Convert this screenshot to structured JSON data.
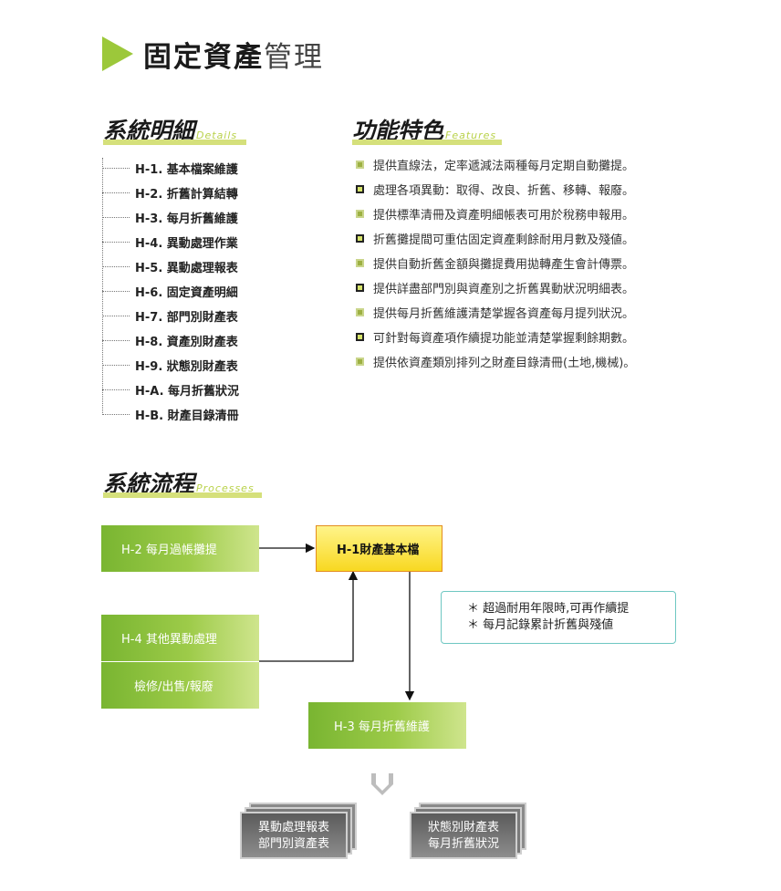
{
  "title": {
    "main": "固定資產",
    "suffix": "管理"
  },
  "details": {
    "heading": "系統明細",
    "heading_en": "Details",
    "items": [
      "H-1. 基本檔案維護",
      "H-2. 折舊計算結轉",
      "H-3. 每月折舊維護",
      "H-4. 異動處理作業",
      "H-5. 異動處理報表",
      "H-6. 固定資產明細",
      "H-7. 部門別財產表",
      "H-8. 資產別財產表",
      "H-9. 狀態別財產表",
      "H-A. 每月折舊狀況",
      "H-B. 財產目錄清冊"
    ]
  },
  "features": {
    "heading": "功能特色",
    "heading_en": "Features",
    "items": [
      {
        "text": "提供直線法，定率遞減法兩種每月定期自動攤提。",
        "bullet": "light"
      },
      {
        "text": "處理各項異動：取得、改良、折舊、移轉、報廢。",
        "bullet": "dark"
      },
      {
        "text": "提供標準清冊及資產明細帳表可用於稅務申報用。",
        "bullet": "light"
      },
      {
        "text": "折舊攤提間可重估固定資產剩餘耐用月數及殘値。",
        "bullet": "dark"
      },
      {
        "text": "提供自動折舊金額與攤提費用拋轉產生會計傳票。",
        "bullet": "light"
      },
      {
        "text": "提供詳盡部門別與資產別之折舊異動狀況明細表。",
        "bullet": "dark"
      },
      {
        "text": "提供每月折舊維護清楚掌握各資產每月提列狀況。",
        "bullet": "light"
      },
      {
        "text": "可針對每資產項作續提功能並清楚掌握剩餘期數。",
        "bullet": "dark"
      },
      {
        "text": "提供依資產類別排列之財產目錄清冊(土地,機械)。",
        "bullet": "light"
      }
    ]
  },
  "processes": {
    "heading": "系統流程",
    "heading_en": "Processes",
    "box_h2": "H-2 每月過帳攤提",
    "box_h1": "H-1財產基本檔",
    "box_h4": "H-4 其他異動處理",
    "box_h4_sub": "檢修/出售/報廢",
    "box_h3": "H-3 每月折舊維護",
    "notes": [
      "＊ 超過耐用年限時,可再作續提",
      "＊ 每月記錄累計折舊與殘値"
    ],
    "report_left": [
      "異動處理報表",
      "部門別資產表"
    ],
    "report_right": [
      "狀態別財產表",
      "每月折舊狀況"
    ]
  },
  "colors": {
    "accent_green": "#9cc83a",
    "bar_yellow": "#d5e07b",
    "h1_fill": "#f8d821",
    "note_border": "#6ec7c2"
  }
}
